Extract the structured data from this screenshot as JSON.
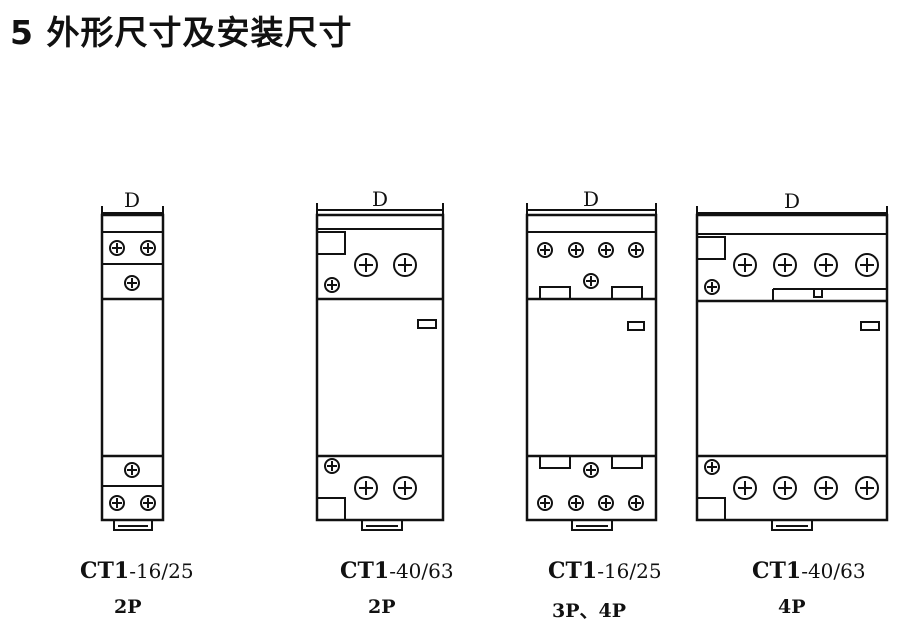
{
  "title": "5 外形尺寸及安装尺寸",
  "dimension_label": "D",
  "devices": [
    {
      "model": "CT1",
      "rating": "-16/25",
      "poles": "2P"
    },
    {
      "model": "CT1",
      "rating": "-40/63",
      "poles": "2P"
    },
    {
      "model": "CT1",
      "rating": "-16/25",
      "poles": "3P、4P"
    },
    {
      "model": "CT1",
      "rating": "-40/63",
      "poles": "4P"
    }
  ],
  "colors": {
    "line": "#111111",
    "background": "#ffffff"
  }
}
